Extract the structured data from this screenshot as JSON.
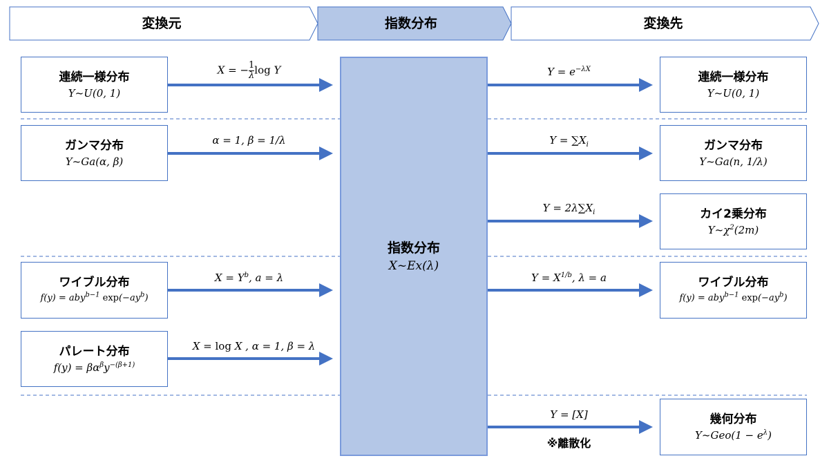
{
  "header": {
    "stages": [
      {
        "label": "変換元",
        "fill": "#FFFFFF"
      },
      {
        "label": "指数分布",
        "fill": "#B4C7E7"
      },
      {
        "label": "変換先",
        "fill": "#FFFFFF"
      }
    ],
    "stroke": "#4472C4"
  },
  "center": {
    "title": "指数分布",
    "formula": "X~Ex(λ)",
    "fill": "#B4C7E7"
  },
  "sources": [
    {
      "title": "連続一様分布",
      "formula": "Y~U(0, 1)",
      "transform": "X = −(1/λ) log Y"
    },
    {
      "title": "ガンマ分布",
      "formula": "Y~Ga(α, β)",
      "transform": "α = 1, β = 1/λ"
    },
    {
      "title": "ワイブル分布",
      "formula": "f(y) = aby^(b−1) exp(−ay^b)",
      "transform": "X = Y^b, a = λ"
    },
    {
      "title": "パレート分布",
      "formula": "f(y) = βα^β y^(−(β+1))",
      "transform": "X = log X , α = 1, β = λ"
    }
  ],
  "targets": [
    {
      "title": "連続一様分布",
      "formula": "Y~U(0, 1)",
      "transform": "Y = e^(−λX)"
    },
    {
      "title": "ガンマ分布",
      "formula": "Y~Ga(n, 1/λ)",
      "transform": "Y = ∑X_i"
    },
    {
      "title": "カイ2乗分布",
      "formula": "Y~χ^2(2m)",
      "transform": "Y = 2λ∑X_i"
    },
    {
      "title": "ワイブル分布",
      "formula": "f(y) = aby^(b−1) exp(−ay^b)",
      "transform": "Y = X^(1/b), λ = a"
    },
    {
      "title": "幾何分布",
      "formula": "Y~Geo(1 − e^λ)",
      "transform": "Y = [X]",
      "note": "※離散化"
    }
  ],
  "colors": {
    "arrow": "#4472C4",
    "box_border": "#4472C4",
    "divider": "#4472C4",
    "center_fill": "#B4C7E7",
    "center_border": "#7A9ADB"
  }
}
